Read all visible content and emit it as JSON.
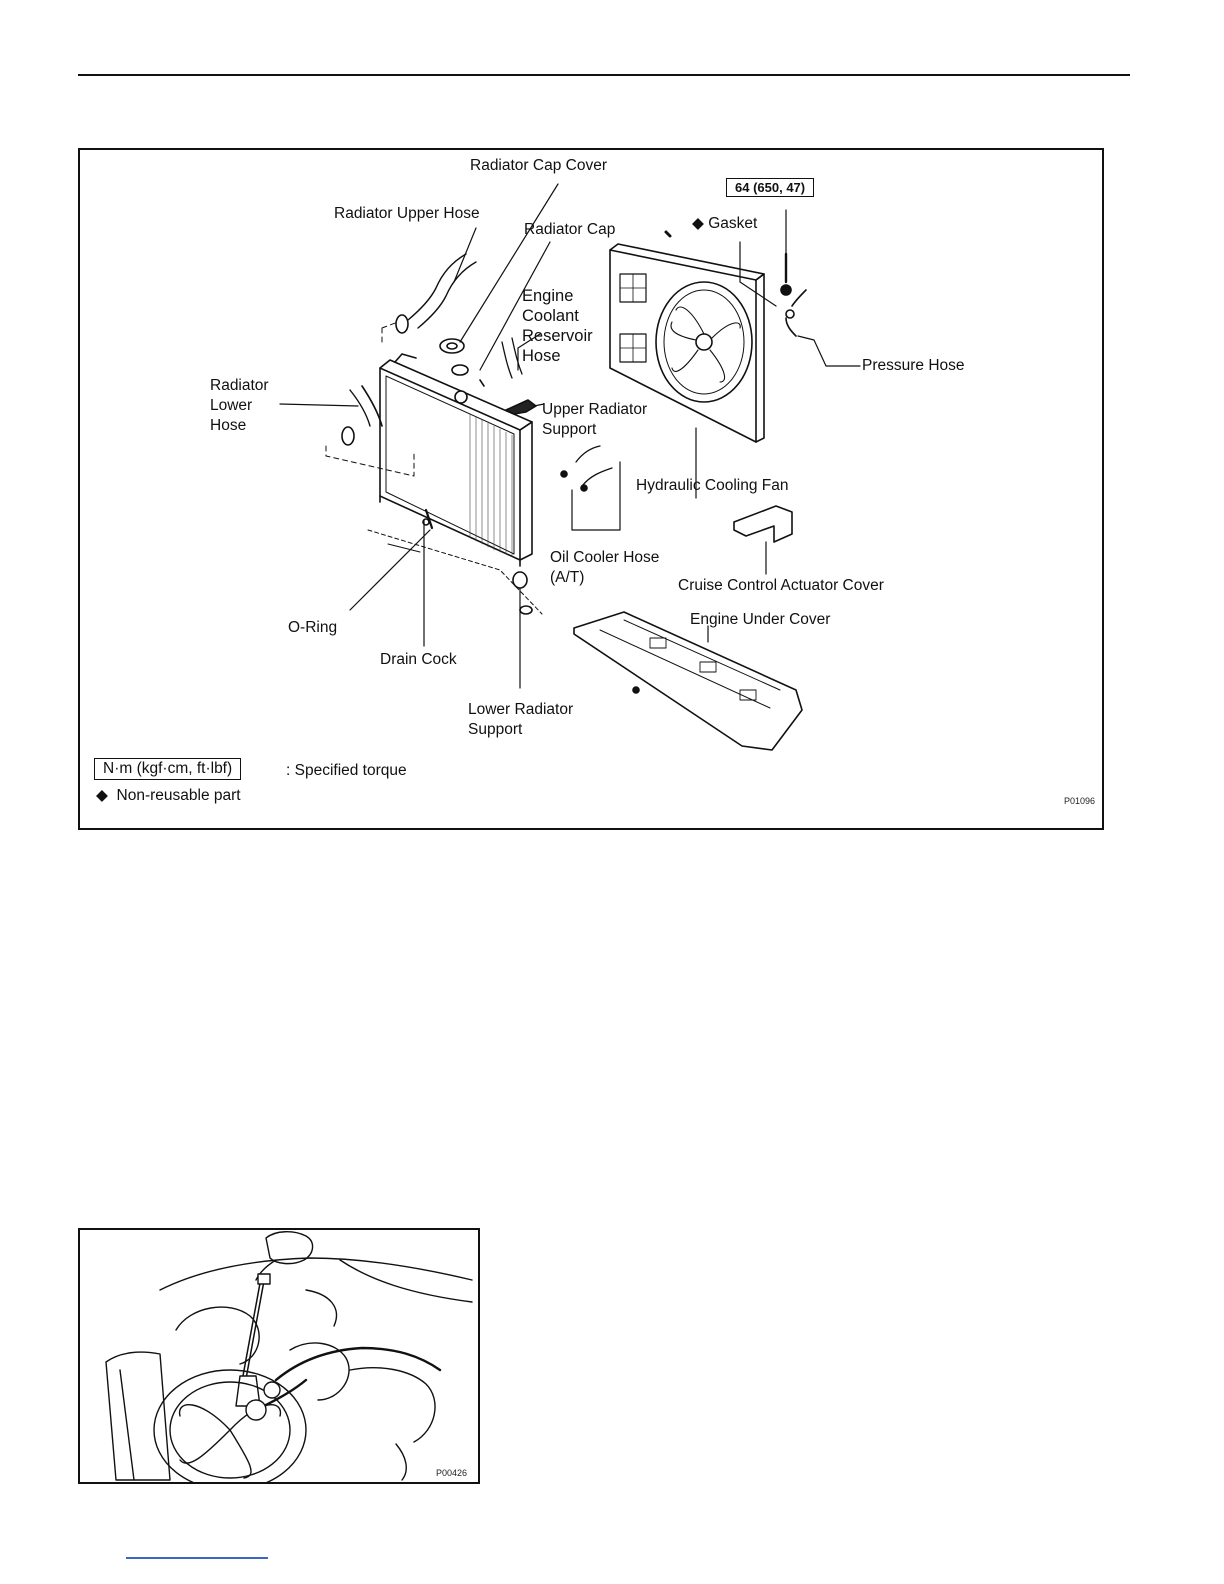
{
  "figure1": {
    "labels": {
      "radiator_cap_cover": "Radiator Cap Cover",
      "torque_value": "64 (650, 47)",
      "radiator_upper_hose": "Radiator Upper Hose",
      "gasket": "Gasket",
      "radiator_cap": "Radiator Cap",
      "engine_coolant_reservoir_hose": "Engine Coolant Reservoir Hose",
      "pressure_hose": "Pressure Hose",
      "radiator_lower_hose": "Radiator Lower Hose",
      "upper_radiator_support": "Upper Radiator Support",
      "hydraulic_cooling_fan": "Hydraulic Cooling Fan",
      "oil_cooler_hose": "Oil Cooler Hose (A/T)",
      "cruise_control_actuator_cover": "Cruise Control Actuator Cover",
      "engine_under_cover": "Engine Under Cover",
      "o_ring": "O-Ring",
      "drain_cock": "Drain Cock",
      "lower_radiator_support": "Lower Radiator Support"
    },
    "legend": {
      "torque_unit": "N·m (kgf·cm, ft·lbf)",
      "torque_text": ": Specified torque",
      "nonreusable_symbol": "◆",
      "nonreusable_text": "Non-reusable part"
    },
    "code": "P01096"
  },
  "figure2": {
    "code": "P00426"
  }
}
